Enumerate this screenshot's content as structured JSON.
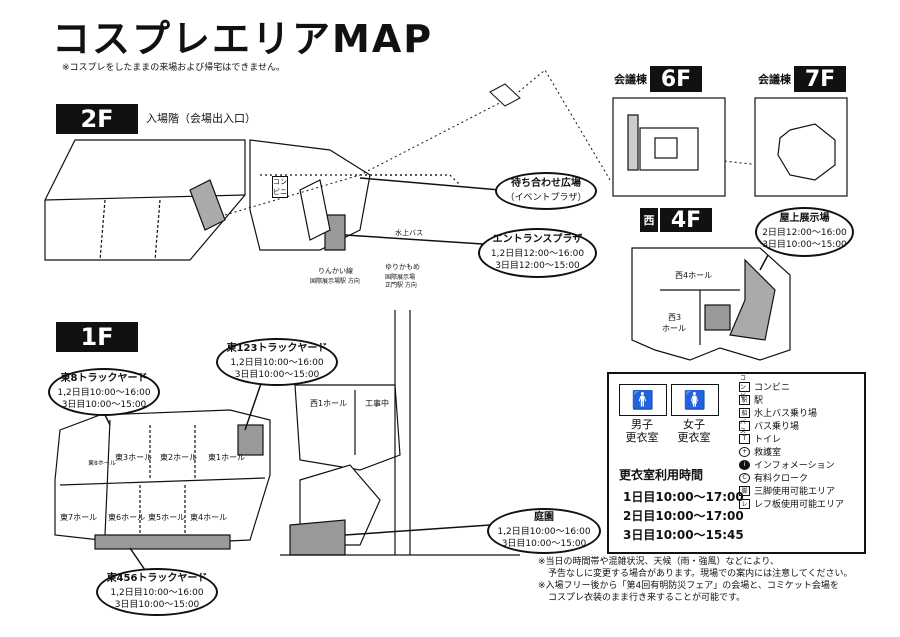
{
  "header": {
    "title": "コスプレエリアMAP",
    "note": "※コスプレをしたままの来場および帰宅はできません。"
  },
  "floors": {
    "f2": {
      "tag": "2F",
      "label": "入場階（会場出入口）"
    },
    "f1": {
      "tag": "1F"
    },
    "f6": {
      "tag": "6F",
      "prefix": "会議棟"
    },
    "f7": {
      "tag": "7F",
      "prefix": "会議棟"
    },
    "f4": {
      "tag": "4F",
      "prefix": "西"
    }
  },
  "areas": {
    "machiawase": {
      "name": "待ち合わせ広場",
      "sub": "（イベントプラザ）"
    },
    "entrance": {
      "name": "エントランスプラザ",
      "line1": "1,2日目12:00～16:00",
      "line2": "3日目12:00～15:00"
    },
    "okujo": {
      "name": "屋上展示場",
      "line1": "2日目12:00～16:00",
      "line2": "3日目10:00～15:00"
    },
    "east123": {
      "name": "東123トラックヤード",
      "line1": "1,2日目10:00～16:00",
      "line2": "3日目10:00～15:00"
    },
    "east8": {
      "name": "東8トラックヤード",
      "line1": "1,2日目10:00～16:00",
      "line2": "3日目10:00～15:00"
    },
    "east456": {
      "name": "東456トラックヤード",
      "line1": "1,2日目10:00～16:00",
      "line2": "3日目10:00～15:00"
    },
    "teien": {
      "name": "庭園",
      "line1": "1,2日目10:00～16:00",
      "line2": "3日目10:00～15:00"
    }
  },
  "map_labels": {
    "west4": "西4ホール",
    "west3a": "西3",
    "west3b": "ホール",
    "west1": "西1ホール",
    "construction": "工事中",
    "e1": "東1ホール",
    "e2": "東2ホール",
    "e3": "東3ホール",
    "e4": "東4ホール",
    "e5": "東5ホール",
    "e6": "東6ホール",
    "e7": "東7ホール",
    "e8": "東8ホール",
    "conveni": "コンビニ",
    "suijo_bus": "水上バス",
    "rinkai": "りんかい線",
    "rinkai_sub": "国際展示場駅 方向",
    "yurikamome": "ゆりかもめ",
    "yurikamome_sub": "国際展示場",
    "yurikamome_sub2": "正門駅 方向"
  },
  "legend": {
    "male_room": "男子\n更衣室",
    "female_room": "女子\n更衣室",
    "items": [
      {
        "icon": "コンビ",
        "label": "コンビニ"
      },
      {
        "icon": "駅",
        "label": "駅"
      },
      {
        "icon": "船",
        "label": "水上バス乗り場"
      },
      {
        "icon": "バス",
        "label": "バス乗り場"
      },
      {
        "icon": "T",
        "label": "トイレ"
      },
      {
        "icon": "+",
        "label": "救護室"
      },
      {
        "icon": "i",
        "label": "インフォメーション"
      },
      {
        "icon": "C",
        "label": "有料クローク"
      },
      {
        "icon": "脚",
        "label": "三脚使用可能エリア"
      },
      {
        "icon": "レ",
        "label": "レフ板使用可能エリア"
      }
    ],
    "schedule_title": "更衣室利用時間",
    "schedule": [
      "1日目10:00～17:00",
      "2日目10:00～17:00",
      "3日目10:00～15:45"
    ]
  },
  "notes": [
    "※当日の時間帯や混雑状況、天候（雨・強風）などにより、",
    "予告なしに変更する場合があります。現場での案内には注意してください。",
    "※入場フリー後から「第4回有明防災フェア」の会場と、コミケット会場を",
    "コスプレ衣装のまま行き来することが可能です。"
  ]
}
